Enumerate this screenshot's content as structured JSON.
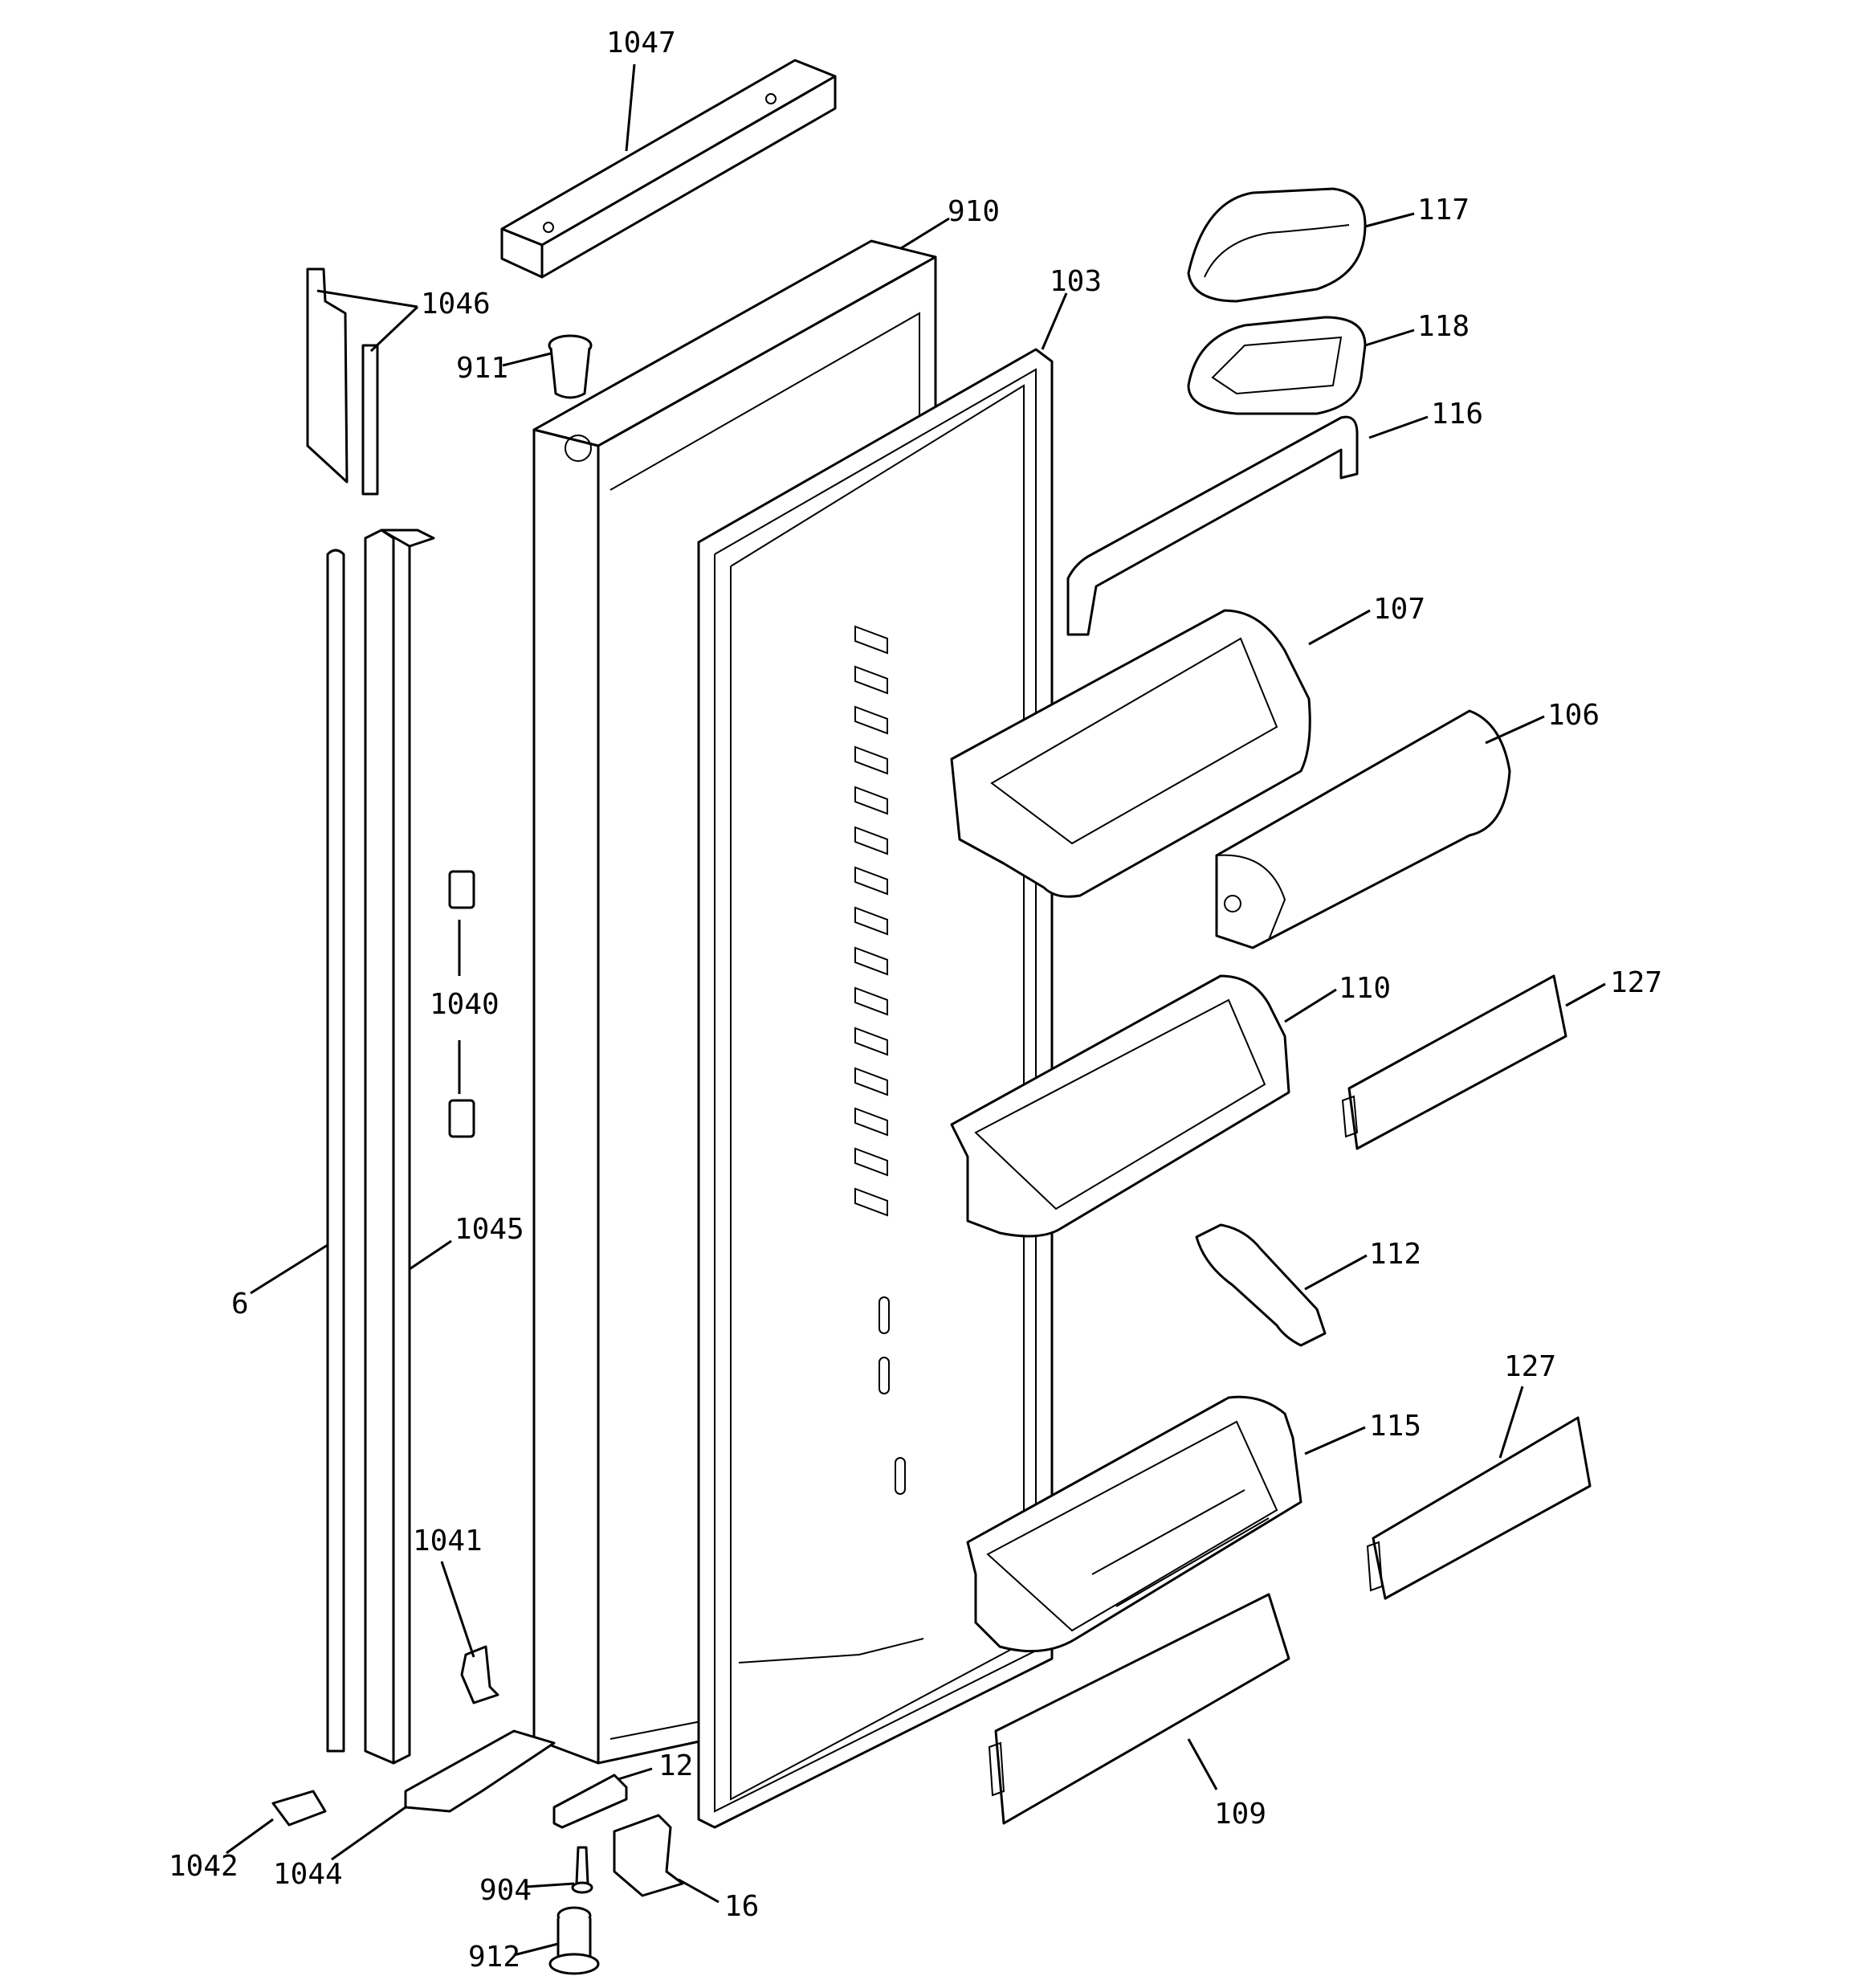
{
  "diagram": {
    "callouts": {
      "c1047": "1047",
      "c910": "910",
      "c103": "103",
      "c117": "117",
      "c118": "118",
      "c116": "116",
      "c1046": "1046",
      "c911": "911",
      "c107": "107",
      "c106": "106",
      "c1040": "1040",
      "c110": "110",
      "c127a": "127",
      "c1045": "1045",
      "c6": "6",
      "c112": "112",
      "c127b": "127",
      "c115": "115",
      "c1041": "1041",
      "c12": "12",
      "c109": "109",
      "c1042": "1042",
      "c1044": "1044",
      "c904": "904",
      "c16": "16",
      "c912": "912"
    }
  }
}
